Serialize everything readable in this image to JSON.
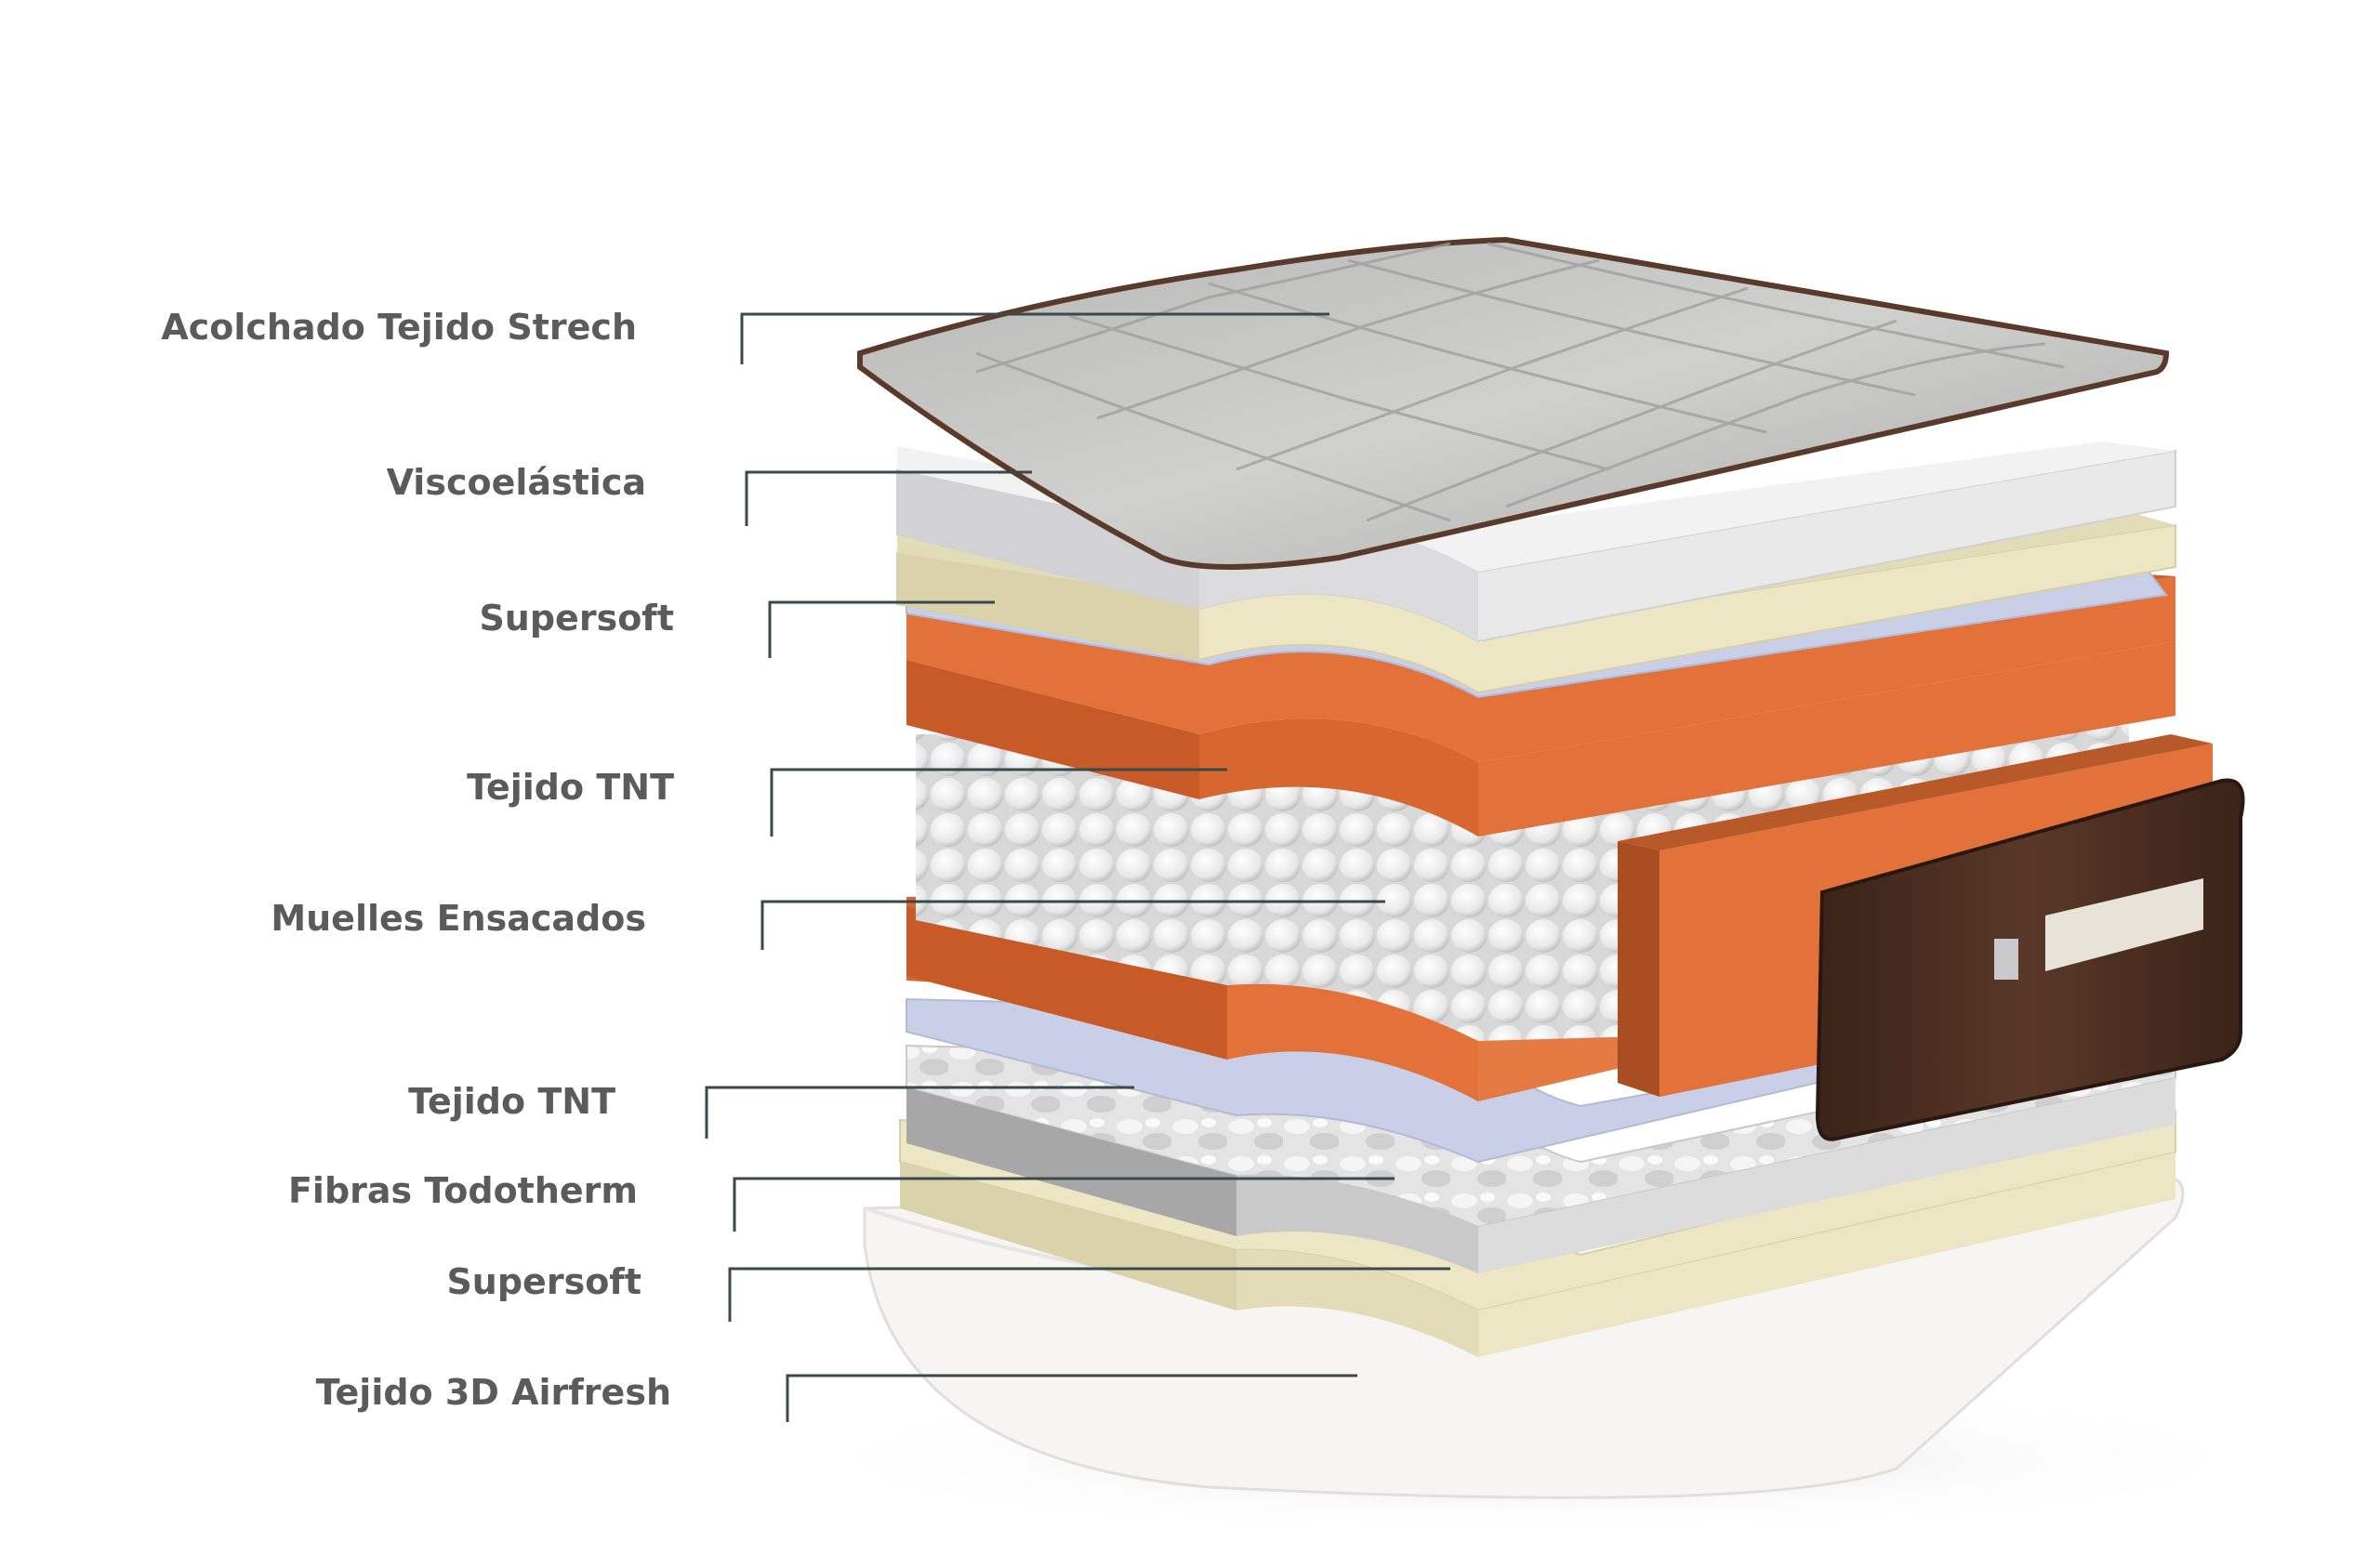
{
  "labels": [
    "Acolchado Tejido Strech",
    "Viscoelástica",
    "Supersoft",
    "Tejido TNT",
    "Muelles Ensacados",
    "Tejido TNT",
    "Fibras Todotherm",
    "Supersoft",
    "Tejido 3D Airfresh"
  ],
  "colors": {
    "label_text": "#5b5b5b",
    "leader_line": "#3a4a4a",
    "quilt_top": "#c8c8c6",
    "quilt_piping": "#5a3a2a",
    "visco": "#e9e9ea",
    "supersoft": "#ece6c4",
    "tnt": "#c9cfe6",
    "foam_orange": "#e2713a",
    "springs": "#f4f4f4",
    "fibers": "#dcdcdc",
    "airfresh": "#f6f5f2",
    "side_panel": "#4a2c1e"
  }
}
